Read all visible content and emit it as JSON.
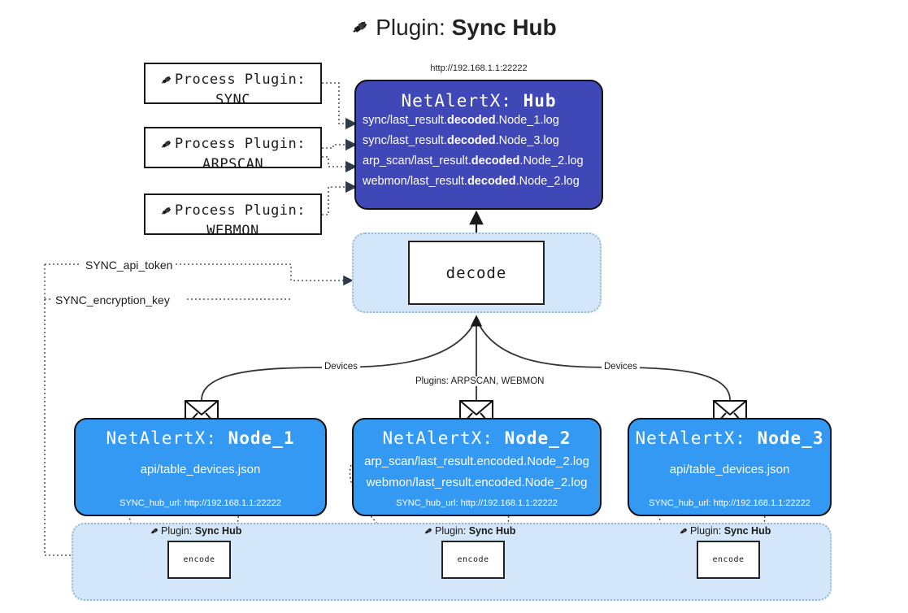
{
  "title": {
    "icon": "plug-icon",
    "prefix": "Plugin: ",
    "name": "Sync Hub"
  },
  "hub": {
    "url": "http://192.168.1.1:22222",
    "title_prefix": "NetAlertX: ",
    "title_name": "Hub",
    "lines": [
      {
        "pre": "sync/last_result.",
        "mid": "decoded",
        "post": ".Node_1.log"
      },
      {
        "pre": "sync/last_result.",
        "mid": "decoded",
        "post": ".Node_3.log"
      },
      {
        "pre": "arp_scan/last_result.",
        "mid": "decoded",
        "post": ".Node_2.log"
      },
      {
        "pre": "webmon/last_result.",
        "mid": "decoded",
        "post": ".Node_2.log"
      }
    ]
  },
  "process_plugins": [
    {
      "icon": "plug-icon",
      "line1": "Process Plugin:",
      "line2": "SYNC"
    },
    {
      "icon": "plug-icon",
      "line1": "Process Plugin:",
      "line2": "ARPSCAN"
    },
    {
      "icon": "plug-icon",
      "line1": "Process Plugin:",
      "line2": "WEBMON"
    }
  ],
  "decode": {
    "label": "decode"
  },
  "secrets": [
    {
      "label": "SYNC_api_token"
    },
    {
      "label": "SYNC_encryption_key"
    }
  ],
  "edge_labels": {
    "devices_left": "Devices",
    "devices_right": "Devices",
    "plugins": "Plugins: ARPSCAN, WEBMON"
  },
  "nodes": [
    {
      "title_prefix": "NetAlertX: ",
      "title_name": "Node_1",
      "lines": [
        "api/table_devices.json"
      ],
      "url_key": "SYNC_hub_url: ",
      "url": "http://192.168.1.1:22222",
      "mail_icon": "envelope-icon"
    },
    {
      "title_prefix": "NetAlertX: ",
      "title_name": "Node_2",
      "lines": [
        "arp_scan/last_result.encoded.Node_2.log",
        "webmon/last_result.encoded.Node_2.log"
      ],
      "url_key": "SYNC_hub_url: ",
      "url": "http://192.168.1.1:22222",
      "mail_icon": "envelope-icon"
    },
    {
      "title_prefix": "NetAlertX: ",
      "title_name": "Node_3",
      "lines": [
        "api/table_devices.json"
      ],
      "url_key": "SYNC_hub_url: ",
      "url": "http://192.168.1.1:22222",
      "mail_icon": "envelope-icon"
    }
  ],
  "encoders": [
    {
      "plugin_prefix": "Plugin: ",
      "plugin_name": "Sync Hub",
      "label": "encode",
      "icon": "plug-icon"
    },
    {
      "plugin_prefix": "Plugin: ",
      "plugin_name": "Sync Hub",
      "label": "encode",
      "icon": "plug-icon"
    },
    {
      "plugin_prefix": "Plugin: ",
      "plugin_name": "Sync Hub",
      "label": "encode",
      "icon": "plug-icon"
    }
  ],
  "colors": {
    "hub_blue": "#4048b8",
    "node_blue": "#3399f3",
    "panel_blue": "#d4e7fa",
    "stroke": "#1a1a1a"
  }
}
